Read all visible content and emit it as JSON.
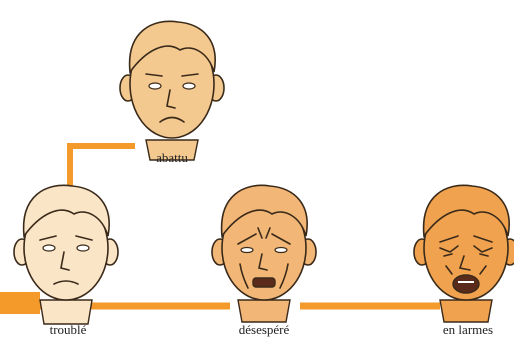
{
  "faces": [
    {
      "id": "abattu",
      "label": "abattu",
      "skin": "#f4c98f",
      "expression": "sad"
    },
    {
      "id": "trouble",
      "label": "troublé",
      "skin": "#fbe5c7",
      "expression": "worried"
    },
    {
      "id": "desespere",
      "label": "désespéré",
      "skin": "#f2b777",
      "expression": "anguished"
    },
    {
      "id": "en-larmes",
      "label": "en larmes",
      "skin": "#f0a24f",
      "expression": "crying"
    }
  ],
  "connector_color": "#f39a2a",
  "outline_color": "#3a2a1a"
}
